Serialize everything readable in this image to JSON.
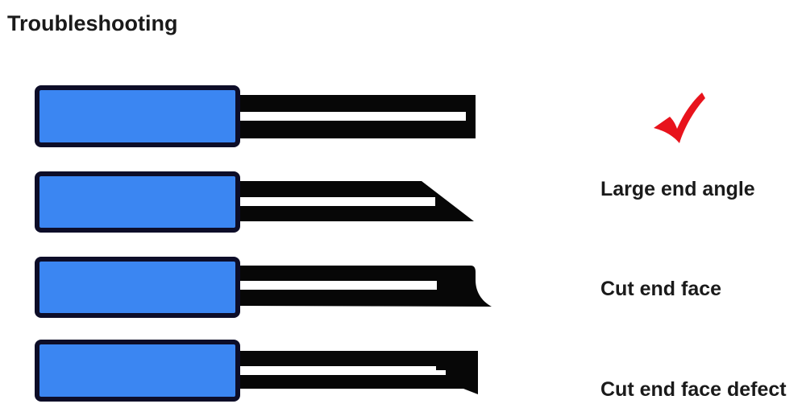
{
  "title": "Troubleshooting",
  "colors": {
    "background": "#ffffff",
    "text": "#1a1a1a",
    "blue_fill": "#3b86f2",
    "outline": "#0d0d28",
    "bar_black": "#070707",
    "stripe_white": "#ffffff",
    "check_red": "#e8131c"
  },
  "rows": [
    {
      "name": "good-cleave",
      "label": null,
      "marker": "red-checkmark-icon",
      "end_shape": "flat-perpendicular"
    },
    {
      "name": "large-end-angle",
      "label": "Large end angle",
      "marker": null,
      "end_shape": "angled"
    },
    {
      "name": "cut-end-face",
      "label": "Cut end face",
      "marker": null,
      "end_shape": "curved-lip"
    },
    {
      "name": "cut-end-face-defect",
      "label": "Cut end face defect",
      "marker": null,
      "end_shape": "stepped"
    }
  ]
}
